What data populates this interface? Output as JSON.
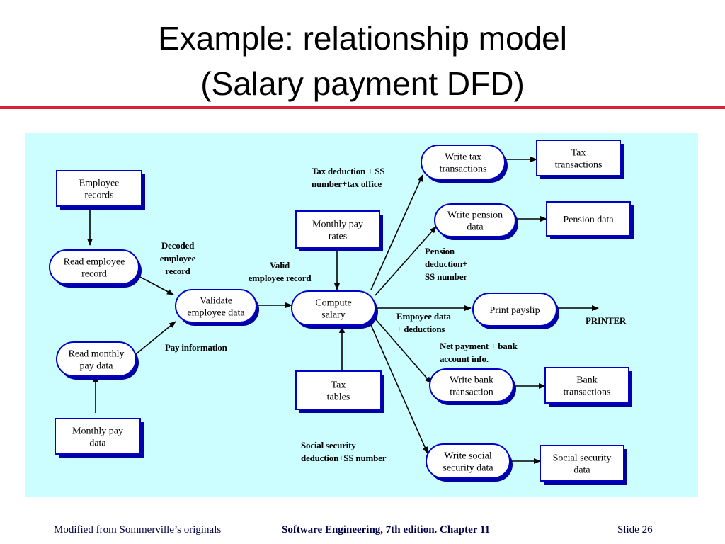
{
  "slide": {
    "title_line1": "Example: relationship model",
    "title_line2": "(Salary payment DFD)",
    "footer_left": "Modified from Sommerville’s originals",
    "footer_center": "Software Engineering, 7th edition. Chapter 11",
    "footer_right": "Slide  26"
  },
  "diagram": {
    "stores": [
      {
        "id": "employee_records",
        "lines": [
          "Employee",
          "records"
        ]
      },
      {
        "id": "monthly_pay_rates",
        "lines": [
          "Monthly pay",
          "rates"
        ]
      },
      {
        "id": "monthly_pay_data",
        "lines": [
          "Monthly pay",
          "data"
        ]
      },
      {
        "id": "tax_tables",
        "lines": [
          "Tax",
          "tables"
        ]
      },
      {
        "id": "tax_transactions",
        "lines": [
          "Tax",
          "transactions"
        ]
      },
      {
        "id": "pension_data",
        "lines": [
          "Pension data"
        ]
      },
      {
        "id": "bank_transactions",
        "lines": [
          "Bank",
          "transactions"
        ]
      },
      {
        "id": "social_security_data",
        "lines": [
          "Social security",
          "data"
        ]
      }
    ],
    "processes": [
      {
        "id": "read_employee_record",
        "lines": [
          "Read employee",
          "record"
        ]
      },
      {
        "id": "read_monthly_pay_data",
        "lines": [
          "Read monthly",
          "pay data"
        ]
      },
      {
        "id": "validate_employee_data",
        "lines": [
          "Validate",
          "employee data"
        ]
      },
      {
        "id": "compute_salary",
        "lines": [
          "Compute",
          "salary"
        ]
      },
      {
        "id": "write_tax_transactions",
        "lines": [
          "Write tax",
          "transactions"
        ]
      },
      {
        "id": "write_pension_data",
        "lines": [
          "Write pension",
          "data"
        ]
      },
      {
        "id": "print_payslip",
        "lines": [
          "Print payslip"
        ]
      },
      {
        "id": "write_bank_transaction",
        "lines": [
          "Write bank",
          "transaction"
        ]
      },
      {
        "id": "write_social_security_data",
        "lines": [
          "Write social",
          "security data"
        ]
      }
    ],
    "flow_labels": [
      {
        "id": "decoded_employee_record",
        "lines": [
          "Decoded",
          "employee",
          "record"
        ]
      },
      {
        "id": "valid_employee_record",
        "lines": [
          "Valid",
          "employee record"
        ]
      },
      {
        "id": "pay_information",
        "lines": [
          "Pay information"
        ]
      },
      {
        "id": "tax_deduction",
        "lines": [
          "Tax deduction + SS",
          "number+tax office"
        ]
      },
      {
        "id": "pension_deduction",
        "lines": [
          "Pension",
          "deduction+",
          "SS number"
        ]
      },
      {
        "id": "employee_data_deductions",
        "lines": [
          "Empoyee data",
          "+ deductions"
        ]
      },
      {
        "id": "printer",
        "lines": [
          "PRINTER"
        ]
      },
      {
        "id": "net_payment",
        "lines": [
          "Net payment + bank",
          "account info."
        ]
      },
      {
        "id": "social_security_deduction",
        "lines": [
          "Social security",
          "deduction+SS number"
        ]
      }
    ]
  }
}
